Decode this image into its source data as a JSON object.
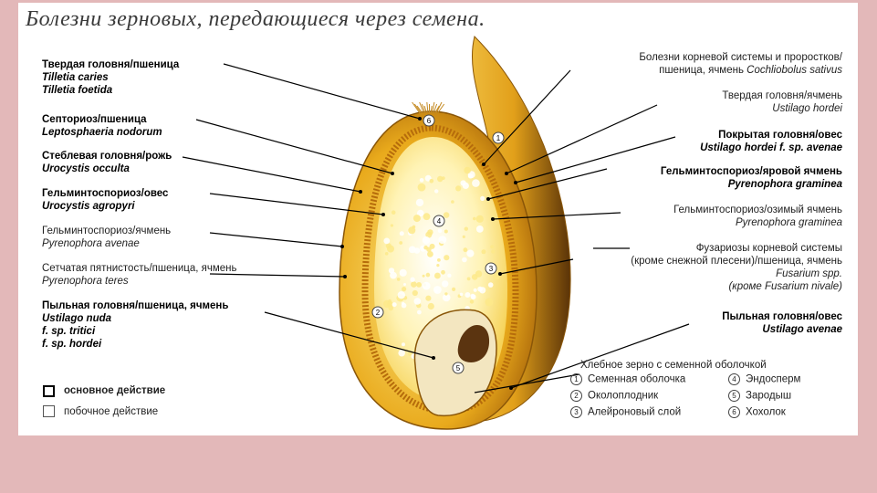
{
  "title": "Болезни зерновых, передающиеся через семена.",
  "left_labels": [
    {
      "name": "Твердая головня/пшеница",
      "species": [
        "Tilletia caries",
        "Tilletia foetida"
      ],
      "primary": true
    },
    {
      "name": "Септориоз/пшеница",
      "species": [
        "Leptosphaeria nodorum"
      ],
      "primary": true
    },
    {
      "name": "Стеблевая головня/рожь",
      "species": [
        "Urocystis occulta"
      ],
      "primary": true
    },
    {
      "name": "Гельминтоспориоз/овес",
      "species": [
        "Urocystis agropyri"
      ],
      "primary": true
    },
    {
      "name": "Гельминтоспориоз/ячмень",
      "species": [
        "Pyrenophora avenae"
      ],
      "primary": false
    },
    {
      "name": "Сетчатая пятнистость/пшеница, ячмень",
      "species": [
        "Pyrenophora teres"
      ],
      "primary": false
    },
    {
      "name": "Пыльная головня/пшеница, ячмень",
      "species": [
        "Ustilago nuda",
        "f. sp. tritici",
        "f. sp. hordei"
      ],
      "primary": true
    }
  ],
  "right_labels": [
    {
      "name": "Болезни корневой системы и проростков/",
      "name2": "пшеница, ячмень",
      "species_inline": "Cochliobolus sativus",
      "primary": false
    },
    {
      "name": "Твердая головня/ячмень",
      "species": "Ustilago hordei",
      "primary": false
    },
    {
      "name": "Покрытая головня/овес",
      "species": "Ustilago hordei f. sp. avenae",
      "primary": true
    },
    {
      "name": "Гельминтоспориоз/яровой ячмень",
      "species": "Pyrenophora graminea",
      "primary": true
    },
    {
      "name": "Гельминтоспориоз/озимый ячмень",
      "species": "Pyrenophora graminea",
      "primary": false
    },
    {
      "name": "Фузариозы корневой системы",
      "name2": "(кроме снежной плесени)/пшеница, ячмень",
      "species": "Fusarium spp.",
      "species2": "(кроме Fusarium nivale)",
      "primary": false
    },
    {
      "name": "Пыльная головня/овес",
      "species": "Ustilago avenae",
      "primary": true
    }
  ],
  "legend": {
    "primary": "основное действие",
    "secondary": "побочное действие"
  },
  "key": {
    "heading": "Хлебное зерно с семенной оболочкой",
    "items": [
      {
        "n": "1",
        "label": "Семенная оболочка"
      },
      {
        "n": "2",
        "label": "Околоплодник"
      },
      {
        "n": "3",
        "label": "Алейроновый слой"
      },
      {
        "n": "4",
        "label": "Эндосперм"
      },
      {
        "n": "5",
        "label": "Зародыш"
      },
      {
        "n": "6",
        "label": "Хохолок"
      }
    ]
  },
  "markers": [
    "1",
    "2",
    "3",
    "4",
    "5",
    "6"
  ],
  "colors": {
    "outer": "#e7a81a",
    "inner": "#f5d25a",
    "endosperm": "#fff4c0",
    "aleurone": "#b66c0b",
    "background": "#e3b8b9"
  }
}
